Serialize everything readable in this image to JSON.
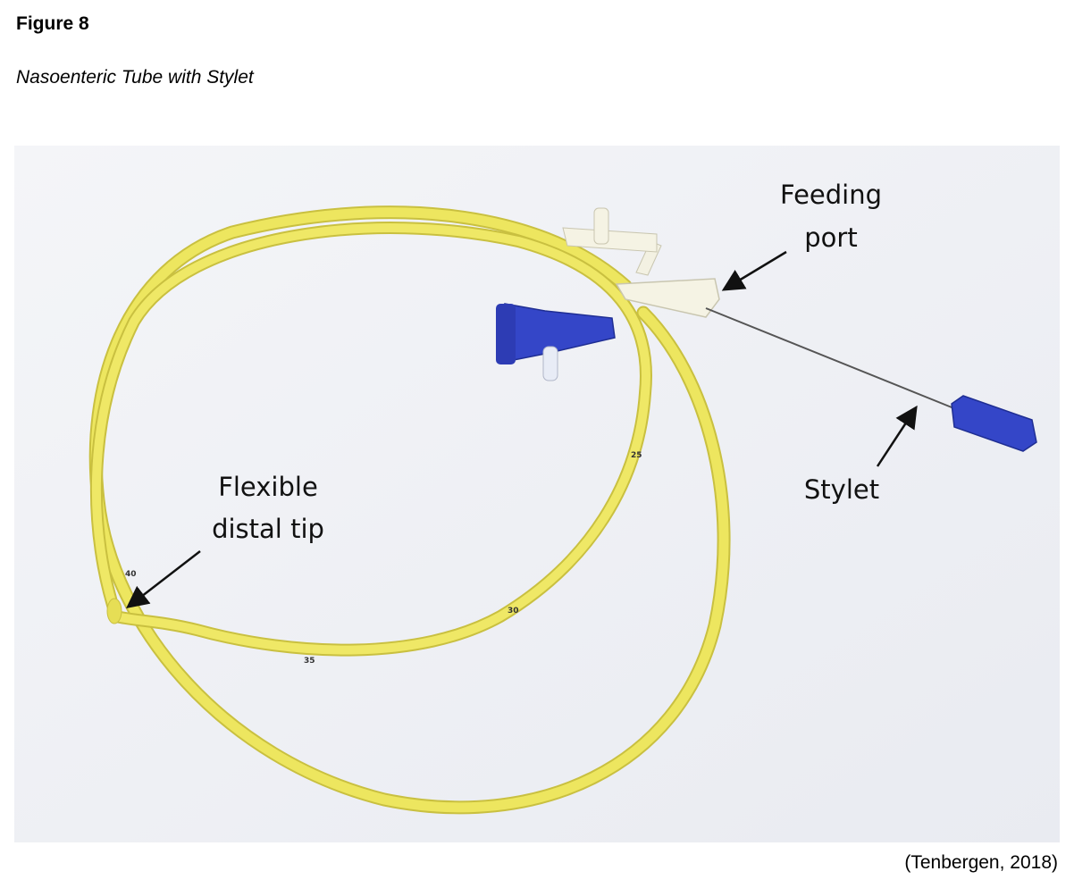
{
  "figure": {
    "number": "Figure 8",
    "title": "Nasoenteric Tube with Stylet",
    "credit": "(Tenbergen, 2018)"
  },
  "photo": {
    "labels": {
      "feeding_port_line1": "Feeding",
      "feeding_port_line2": "port",
      "stylet": "Stylet",
      "tip_line1": "Flexible",
      "tip_line2": "distal tip"
    },
    "tube_markings": [
      "25",
      "30",
      "35",
      "40"
    ],
    "colors": {
      "background": "#f1f2f6",
      "tube": "#ece45a",
      "connector": "#3446c8"
    }
  }
}
